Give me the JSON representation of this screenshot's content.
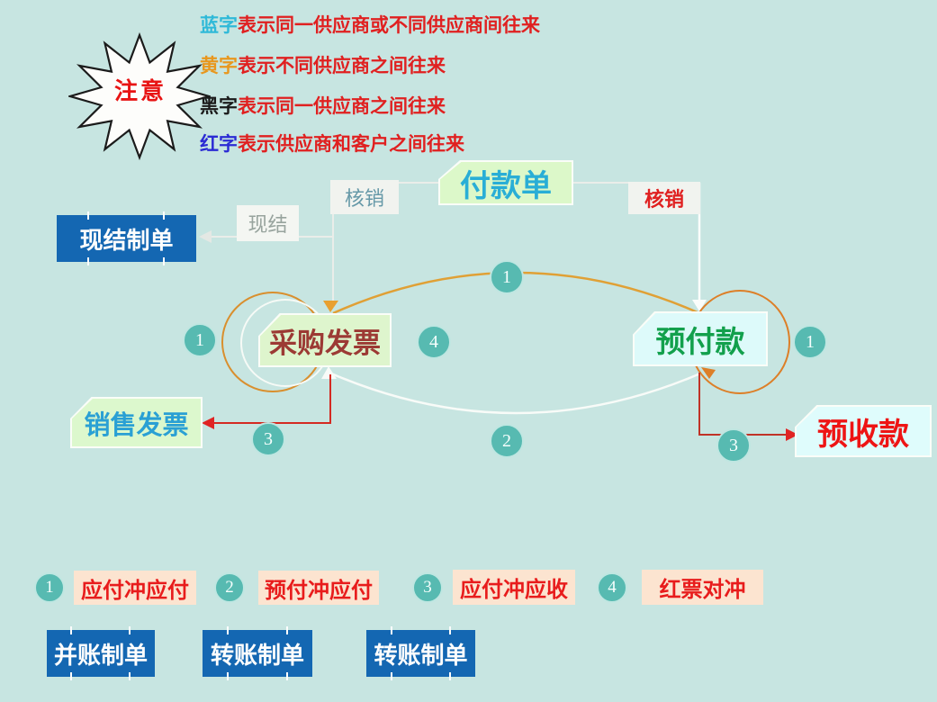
{
  "note_burst": {
    "label": "注意"
  },
  "legend": [
    {
      "prefix": "蓝字",
      "prefix_color": "#2fb9d8",
      "text": "表示同一供应商或不同供应商间往来"
    },
    {
      "prefix": "黄字",
      "prefix_color": "#e8971e",
      "text": "表示不同供应商之间往来"
    },
    {
      "prefix": "黑字",
      "prefix_color": "#1a1a1a",
      "text": "表示同一供应商之间往来"
    },
    {
      "prefix": "红字",
      "prefix_color": "#2b2bd4",
      "text": "表示供应商和客户之间往来"
    }
  ],
  "nodes": {
    "payment_order": "付款单",
    "verify_left": "核销",
    "verify_right": "核销",
    "cash_settle": "现结",
    "cash_settle_doc": "现结制单",
    "purchase_invoice": "采购发票",
    "prepayment": "预付款",
    "sales_invoice": "销售发票",
    "advance_receipt": "预收款"
  },
  "badges": {
    "left1": "1",
    "mid4": "4",
    "right1": "1",
    "top1": "1",
    "bottom2": "2",
    "left3": "3",
    "right3": "3"
  },
  "offset_legend": [
    {
      "num": "1",
      "label": "应付冲应付"
    },
    {
      "num": "2",
      "label": "预付冲应付"
    },
    {
      "num": "3",
      "label": "应付冲应收"
    },
    {
      "num": "4",
      "label": "红票对冲"
    }
  ],
  "doc_boxes": [
    {
      "label": "并账制单"
    },
    {
      "label": "转账制单"
    },
    {
      "label": "转账制单"
    }
  ],
  "colors": {
    "background": "#c7e5e1",
    "teal_badge": "#57bab1",
    "blue_box": "#1467b2",
    "orange_arc": "#e0a035",
    "red_arrow": "#d42a22",
    "green_box": "#dcf8c9",
    "cyan_box": "#ddfafa",
    "peach_box": "#fce4d0"
  }
}
